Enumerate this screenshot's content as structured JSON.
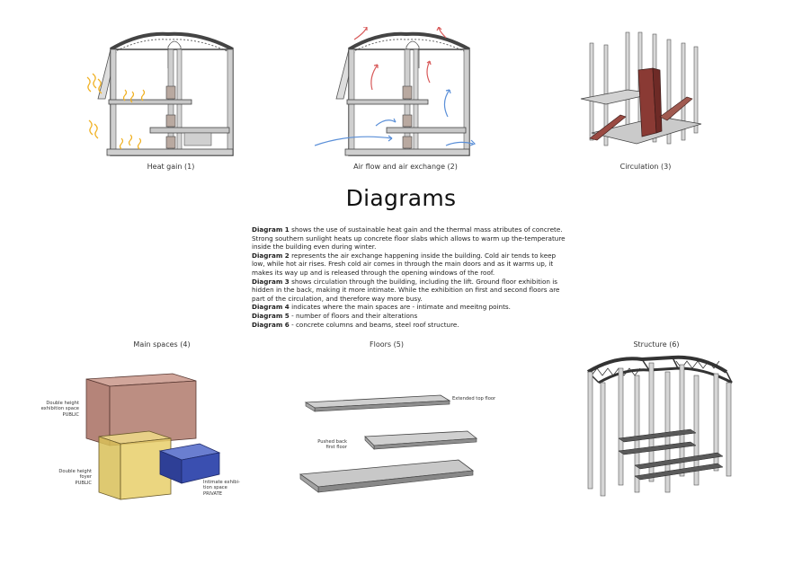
{
  "title": "Diagrams",
  "diagrams": [
    {
      "caption": "Heat gain (1)"
    },
    {
      "caption": "Air flow and air exchange (2)"
    },
    {
      "caption": "Circulation (3)"
    },
    {
      "caption": "Main spaces (4)"
    },
    {
      "caption": "Floors (5)"
    },
    {
      "caption": "Structure (6)"
    }
  ],
  "description": [
    {
      "label": "Diagram 1",
      "text": " shows the use of sustainable heat gain and the thermal mass atributes of concrete. Strong southern sunlight heats up concrete floor slabs which allows to warm up the-temperature inside the building even during winter."
    },
    {
      "label": "Diagram 2",
      "text": " represents the air exchange happening inside the building. Cold air tends to keep low, while hot air rises. Fresh cold air comes in through the main doors and as it warms up, it makes its way up and is released through the opening windows of the roof."
    },
    {
      "label": "Diagram 3",
      "text": " shows circulation through the building, including the lift. Ground floor exhibition is hidden in the back, making it more intimate. While the exhibition on first and second floors are part of the circulation, and therefore way more busy."
    },
    {
      "label": "Diagram 4",
      "text": " indicates where the main spaces are - intimate and meeitng points."
    },
    {
      "label": "Diagram 5",
      "text": " - number of floors and their alterations"
    },
    {
      "label": "Diagram 6",
      "text": " - concrete columns and beams, steel roof structure."
    }
  ],
  "main_spaces_labels": {
    "exhibition_l1": "Double height",
    "exhibition_l2": "exhibition space",
    "exhibition_l3": "PUBLIC",
    "foyer_l1": "Double height",
    "foyer_l2": "foyer",
    "foyer_l3": "PUBLIC",
    "intimate_l1": "Intimate exhibi-",
    "intimate_l2": "tion space",
    "intimate_l3": "PRIVATE"
  },
  "floors_labels": {
    "top": "Extended top floor",
    "first_l1": "Pushed back",
    "first_l2": "first floor"
  },
  "colors": {
    "volume_red": "#b07a6c",
    "volume_yellow": "#e8cf6a",
    "volume_blue": "#3a4fb0",
    "heat": "#f0b020",
    "cold_air": "#5a8fd8",
    "warm_air": "#d85a5a",
    "concrete": "#bdbdbd",
    "lift": "#8a3a34"
  }
}
